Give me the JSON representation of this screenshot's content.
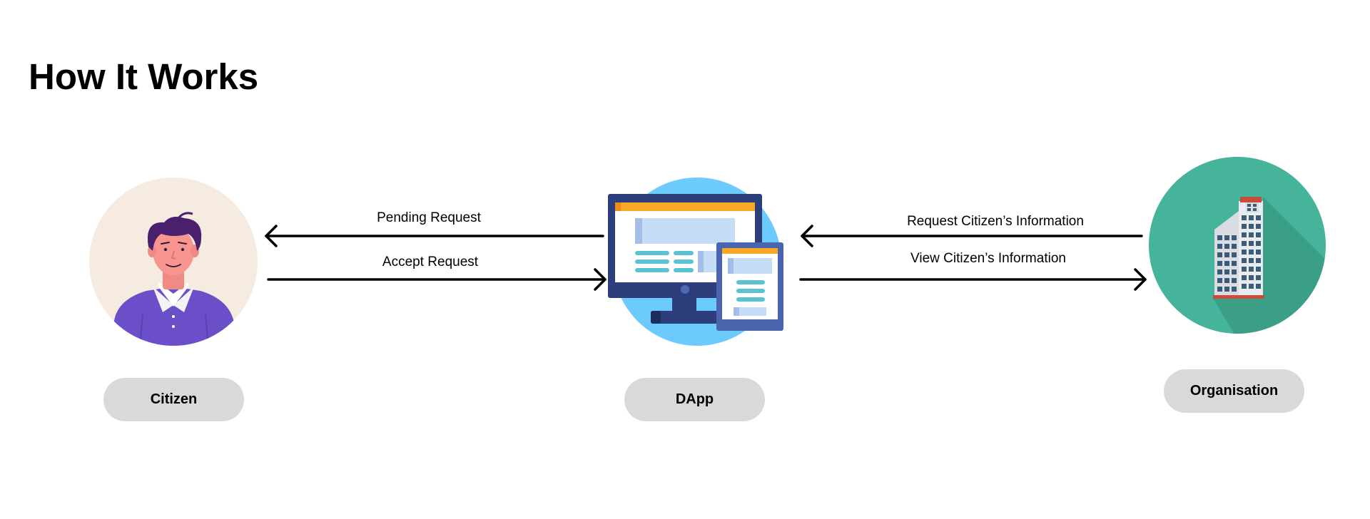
{
  "title": "How It Works",
  "nodes": {
    "citizen": {
      "label": "Citizen",
      "bg_color": "#f6ebe1"
    },
    "dapp": {
      "label": "DApp",
      "bg_color": "#6ccbfc"
    },
    "organisation": {
      "label": "Organisation",
      "bg_color": "#46b39b"
    }
  },
  "flows": {
    "pending_request": {
      "label": "Pending Request"
    },
    "accept_request": {
      "label": "Accept Request"
    },
    "request_info": {
      "verb": "Request",
      "rest": "Citizen’s Information"
    },
    "view_info": {
      "verb": "View",
      "rest": "Citizen’s Information"
    }
  },
  "colors": {
    "pill": "#d9d9d9",
    "arrow": "#000000"
  }
}
